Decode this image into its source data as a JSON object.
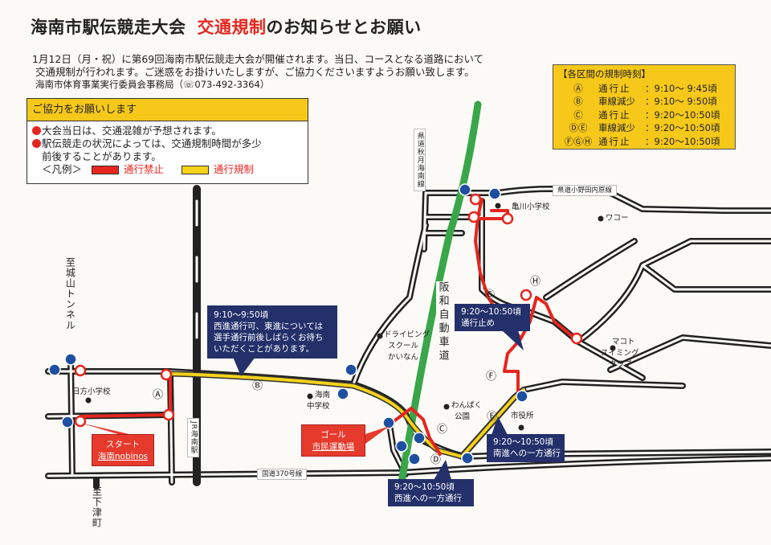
{
  "header": {
    "title_main": "海南市駅伝競走大会",
    "title_red": "交通規制",
    "title_tail": "のお知らせとお願い",
    "intro_line1": "1月12日（月・祝）に第69回海南市駅伝競走大会が開催されます。当日、コースとなる道路において",
    "intro_line2": "交通規制が行われます。ご迷惑をお掛けいたしますが、ご協力くださいますようお願い致します。",
    "office": "海南市体育事業実行委員会事務局（☏073-492-3364）"
  },
  "schedule": {
    "heading": "【各区間の規制時刻】",
    "rows": [
      {
        "section": "Ⓐ",
        "type": "通行止",
        "time": "：9:10～ 9:45頃"
      },
      {
        "section": "Ⓑ",
        "type": "車線減少",
        "time": "：9:10～ 9:50頃"
      },
      {
        "section": "Ⓒ",
        "type": "通行止",
        "time": "：9:20～10:50頃"
      },
      {
        "section": "ⒹⒺ",
        "type": "車線減少",
        "time": "：9:20～10:50頃"
      },
      {
        "section": "ⒻⒼⒽ",
        "type": "通行止",
        "time": "：9:20～10:50頃"
      }
    ]
  },
  "cooperation": {
    "heading": "ご協力をお願いします",
    "bullet1": "大会当日は、交通混雑が予想されます。",
    "bullet2_line1": "駅伝競走の状況によっては、交通規制時間が多少",
    "bullet2_line2": "前後することがあります。",
    "legend_label": "＜凡例＞",
    "legend_closed": "通行禁止",
    "legend_restricted": "通行規制"
  },
  "colors": {
    "closed": "#e5261f",
    "restricted": "#f6d21a",
    "expressway": "#3aa64a",
    "callout": "#24306a",
    "panel": "#f6c81a"
  },
  "map": {
    "callouts": {
      "b": {
        "time": "9:10～9:50頃",
        "text1": "西進通行可、東進については",
        "text2": "選手通行前後しばらくお待ち",
        "text3": "いただくことがあります。"
      },
      "g": {
        "time": "9:20～10:50頃",
        "text1": "通行止め"
      },
      "d": {
        "time": "9:20～10:50頃",
        "text1": "西進への一方通行"
      },
      "e": {
        "time": "9:20～10:50頃",
        "text1": "南進への一方通行"
      }
    },
    "start": {
      "label": "スタート",
      "place": "海南nobinos"
    },
    "goal": {
      "label": "ゴール",
      "place": "市民運動場"
    },
    "roads": {
      "to_shiroyama": "至城山トンネル",
      "to_shimotsu": "至下津町",
      "jr_station": "JR海南駅",
      "route370": "国道370号線",
      "akizuki": "県道秋月海南線",
      "onoda": "県道小野田内原線",
      "hanwa": "阪和自動車道"
    },
    "places": {
      "hikata_school": "日方小学校",
      "kainan_jhs_1": "海南",
      "kainan_jhs_2": "中学校",
      "driving_1": "ドライビング",
      "driving_2": "スクール",
      "driving_3": "かいなん",
      "wanpaku_1": "わんぱく",
      "wanpaku_2": "公園",
      "city_hall": "市役所",
      "kamekawa_school": "亀川小学校",
      "wako": "ワコー",
      "makoto_1": "マコト",
      "makoto_2": "スイミング",
      "makoto_3": "クラブ"
    },
    "sections": {
      "a": "Ⓐ",
      "b": "Ⓑ",
      "c": "Ⓒ",
      "d": "Ⓓ",
      "e": "Ⓔ",
      "f": "Ⓕ",
      "g": "Ⓖ",
      "h": "Ⓗ"
    }
  }
}
